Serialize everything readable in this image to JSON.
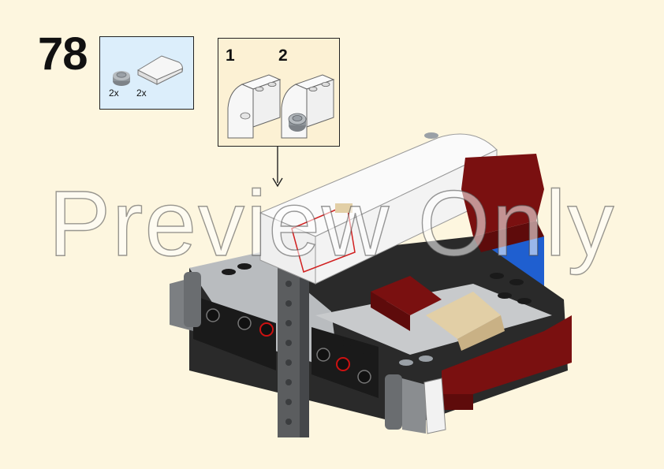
{
  "step": {
    "number": "78"
  },
  "parts": [
    {
      "icon": "round-plate-1x1-icon",
      "quantity": "2x",
      "color": "#9aa0a6"
    },
    {
      "icon": "curved-slope-2x2-icon",
      "quantity": "2x",
      "color": "#f4f4f4"
    }
  ],
  "subassembly": {
    "labels": [
      "1",
      "2"
    ]
  },
  "watermark": "Preview Only",
  "colors": {
    "background": "#fdf6df",
    "parts_box": "#dceefb",
    "subassembly_box": "#fcf1d4",
    "dark_red": "#7a1010",
    "dark_gray": "#5b5d5f",
    "light_gray": "#b9bcbf",
    "black": "#1a1a1a",
    "blue": "#1f5fd0",
    "tan": "#e2cfa6"
  }
}
